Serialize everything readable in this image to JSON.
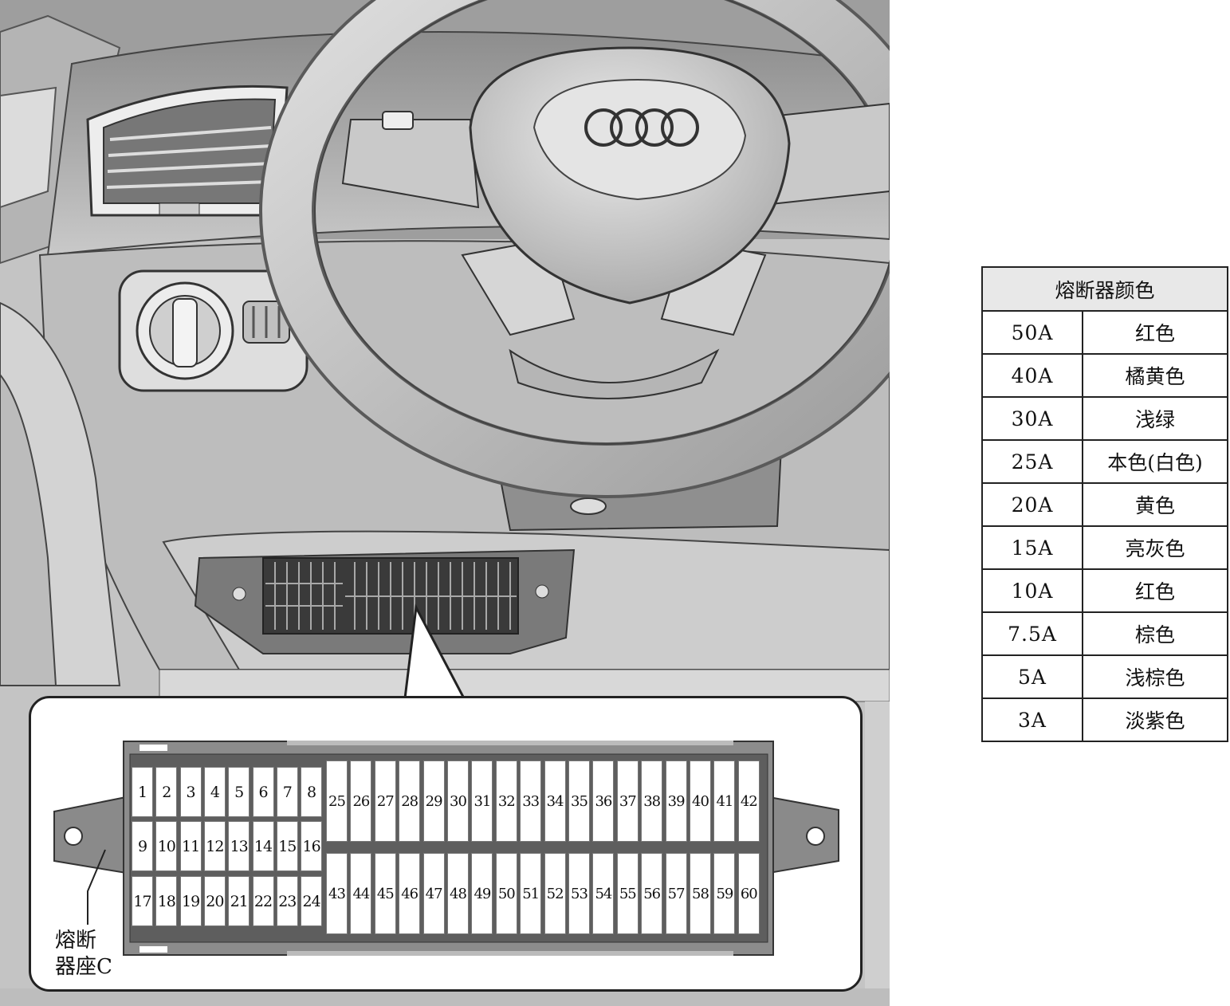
{
  "fuse_table": {
    "title": "熔断器颜色",
    "rows": [
      {
        "amperage": "50A",
        "color": "红色"
      },
      {
        "amperage": "40A",
        "color": "橘黄色"
      },
      {
        "amperage": "30A",
        "color": "浅绿"
      },
      {
        "amperage": "25A",
        "color": "本色(白色)"
      },
      {
        "amperage": "20A",
        "color": "黄色"
      },
      {
        "amperage": "15A",
        "color": "亮灰色"
      },
      {
        "amperage": "10A",
        "color": "红色"
      },
      {
        "amperage": "7.5A",
        "color": "棕色"
      },
      {
        "amperage": "5A",
        "color": "浅棕色"
      },
      {
        "amperage": "3A",
        "color": "淡紫色"
      }
    ]
  },
  "fuse_holder": {
    "label_line1": "熔断",
    "label_line2": "器座C",
    "small_fuse_rows": [
      [
        "1",
        "2",
        "3",
        "4",
        "5",
        "6",
        "7",
        "8"
      ],
      [
        "9",
        "10",
        "11",
        "12",
        "13",
        "14",
        "15",
        "16"
      ],
      [
        "17",
        "18",
        "19",
        "20",
        "21",
        "22",
        "23",
        "24"
      ]
    ],
    "large_fuse_rows": [
      [
        "25",
        "26",
        "27",
        "28",
        "29",
        "30",
        "31",
        "32",
        "33",
        "34",
        "35",
        "36",
        "37",
        "38",
        "39",
        "40",
        "41",
        "42"
      ],
      [
        "43",
        "44",
        "45",
        "46",
        "47",
        "48",
        "49",
        "50",
        "51",
        "52",
        "53",
        "54",
        "55",
        "56",
        "57",
        "58",
        "59",
        "60"
      ]
    ]
  },
  "illustration": {
    "subject": "vehicle-dashboard-steering-wheel",
    "logo": "four-rings-logo"
  }
}
